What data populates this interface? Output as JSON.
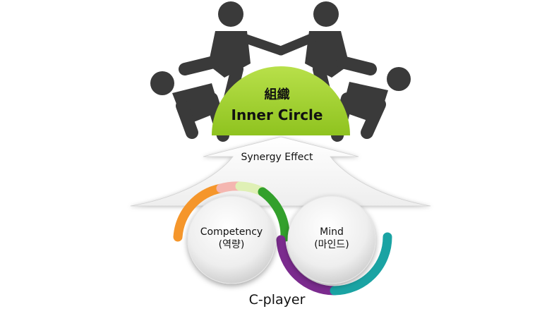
{
  "diagram": {
    "title_kr": "組織",
    "title_en": "Inner Circle",
    "synergy_label": "Synergy Effect",
    "competency_label": "Competency",
    "competency_kr": "(역량)",
    "mind_label": "Mind",
    "mind_kr": "(마인드)",
    "cplayer_label": "C-player"
  },
  "colors": {
    "figure": "#3a3a3a",
    "dome": "#9acd32",
    "arc_orange": "#f5962b",
    "arc_green": "#33a02c",
    "arc_purple": "#7b2b8e",
    "arc_teal": "#1aa3a3"
  },
  "icons": [
    "person-figure-icon"
  ]
}
